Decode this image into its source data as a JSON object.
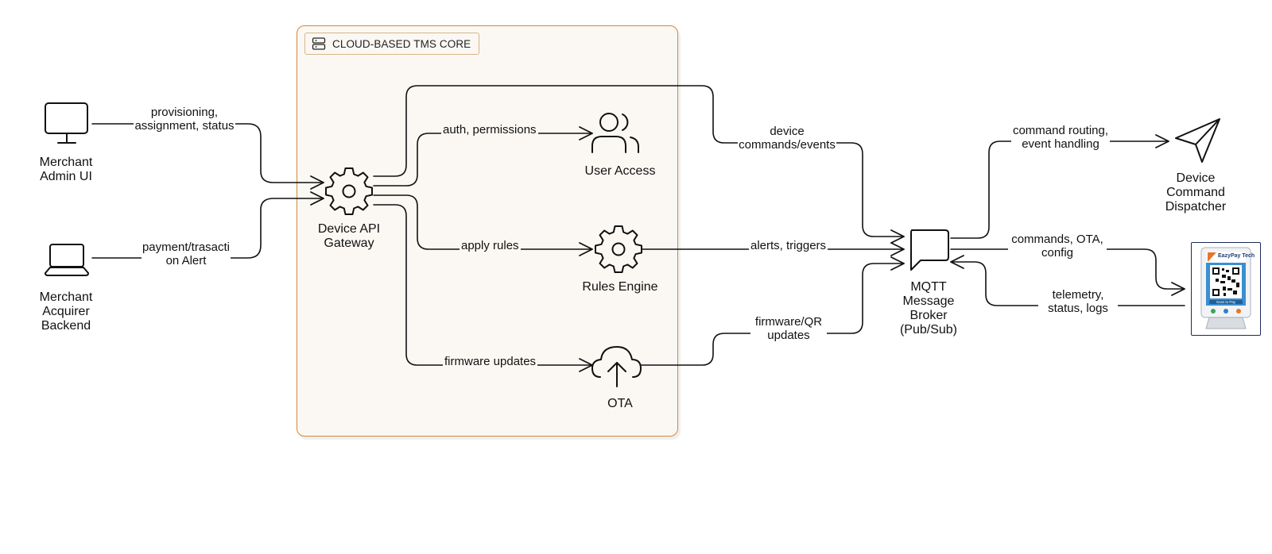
{
  "group": {
    "title": "CLOUD-BASED TMS CORE",
    "icon": "server-stack-icon",
    "border_color": "#d08a2e"
  },
  "nodes": {
    "merchant_admin_ui": {
      "label": "Merchant Admin UI",
      "icon": "desktop-monitor-icon"
    },
    "merchant_acquirer_backend": {
      "label": "Merchant Acquirer Backend",
      "icon": "laptop-icon"
    },
    "device_api_gateway": {
      "label": "Device API Gateway",
      "icon": "gear-icon"
    },
    "user_access": {
      "label": "User Access",
      "icon": "users-icon"
    },
    "rules_engine": {
      "label": "Rules Engine",
      "icon": "gear-icon"
    },
    "ota": {
      "label": "OTA",
      "icon": "cloud-upload-icon"
    },
    "mqtt_broker": {
      "label": "MQTT Message Broker (Pub/Sub)",
      "icon": "chat-bubble-icon"
    },
    "device_command_dispatcher": {
      "label": "Device Command Dispatcher",
      "icon": "paper-plane-icon"
    },
    "payment_terminal": {
      "brand": "EazyPay Tech",
      "caption": "Scan to Pay",
      "icon": "qr-payment-terminal-icon"
    }
  },
  "edges": {
    "admin_to_gateway": "provisioning, assignment, status",
    "backend_to_gateway": "payment/trasaction Alert",
    "gateway_to_user_access": "auth, permissions",
    "gateway_to_rules": "apply rules",
    "gateway_to_ota": "firmware updates",
    "gateway_to_broker": "device commands/events",
    "rules_to_broker": "alerts, triggers",
    "ota_to_broker": "firmware/QR updates",
    "broker_to_dispatcher": "command routing, event handling",
    "broker_to_terminal": "commands, OTA, config",
    "terminal_to_broker": "telemetry, status, logs"
  }
}
